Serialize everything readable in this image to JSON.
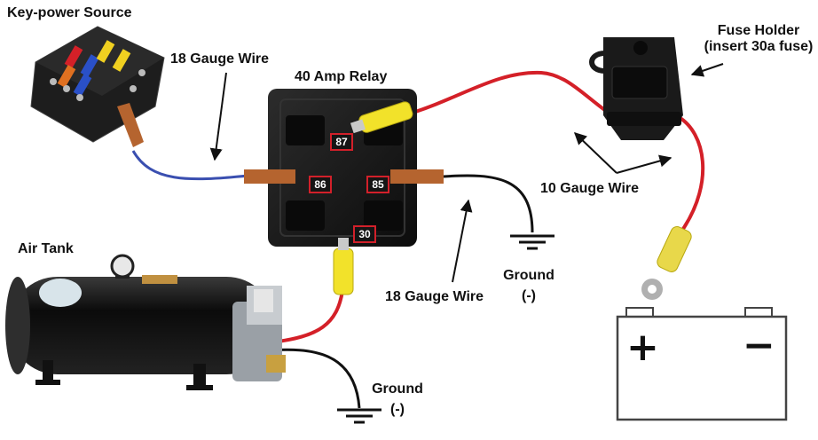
{
  "labels": {
    "key_power_source": "Key-power Source",
    "wire_18_top": "18 Gauge Wire",
    "relay": "40 Amp Relay",
    "fuse_holder_line1": "Fuse Holder",
    "fuse_holder_line2": "(insert 30a fuse)",
    "wire_10": "10 Gauge Wire",
    "air_tank": "Air Tank",
    "wire_18_bottom": "18 Gauge Wire",
    "ground_right": "Ground",
    "ground_right_sign": "(-)",
    "ground_bottom": "Ground",
    "ground_bottom_sign": "(-)"
  },
  "relay_pins": {
    "p87": "87",
    "p86": "86",
    "p85": "85",
    "p30": "30"
  },
  "battery": {
    "positive": "+",
    "negative": "−"
  },
  "colors": {
    "power_wire": "#d42028",
    "signal_wire": "#3a4fb0",
    "ground_wire": "#111111",
    "connector": "#f2e22a",
    "spade": "#b5642f",
    "relay_body": "#161616"
  }
}
